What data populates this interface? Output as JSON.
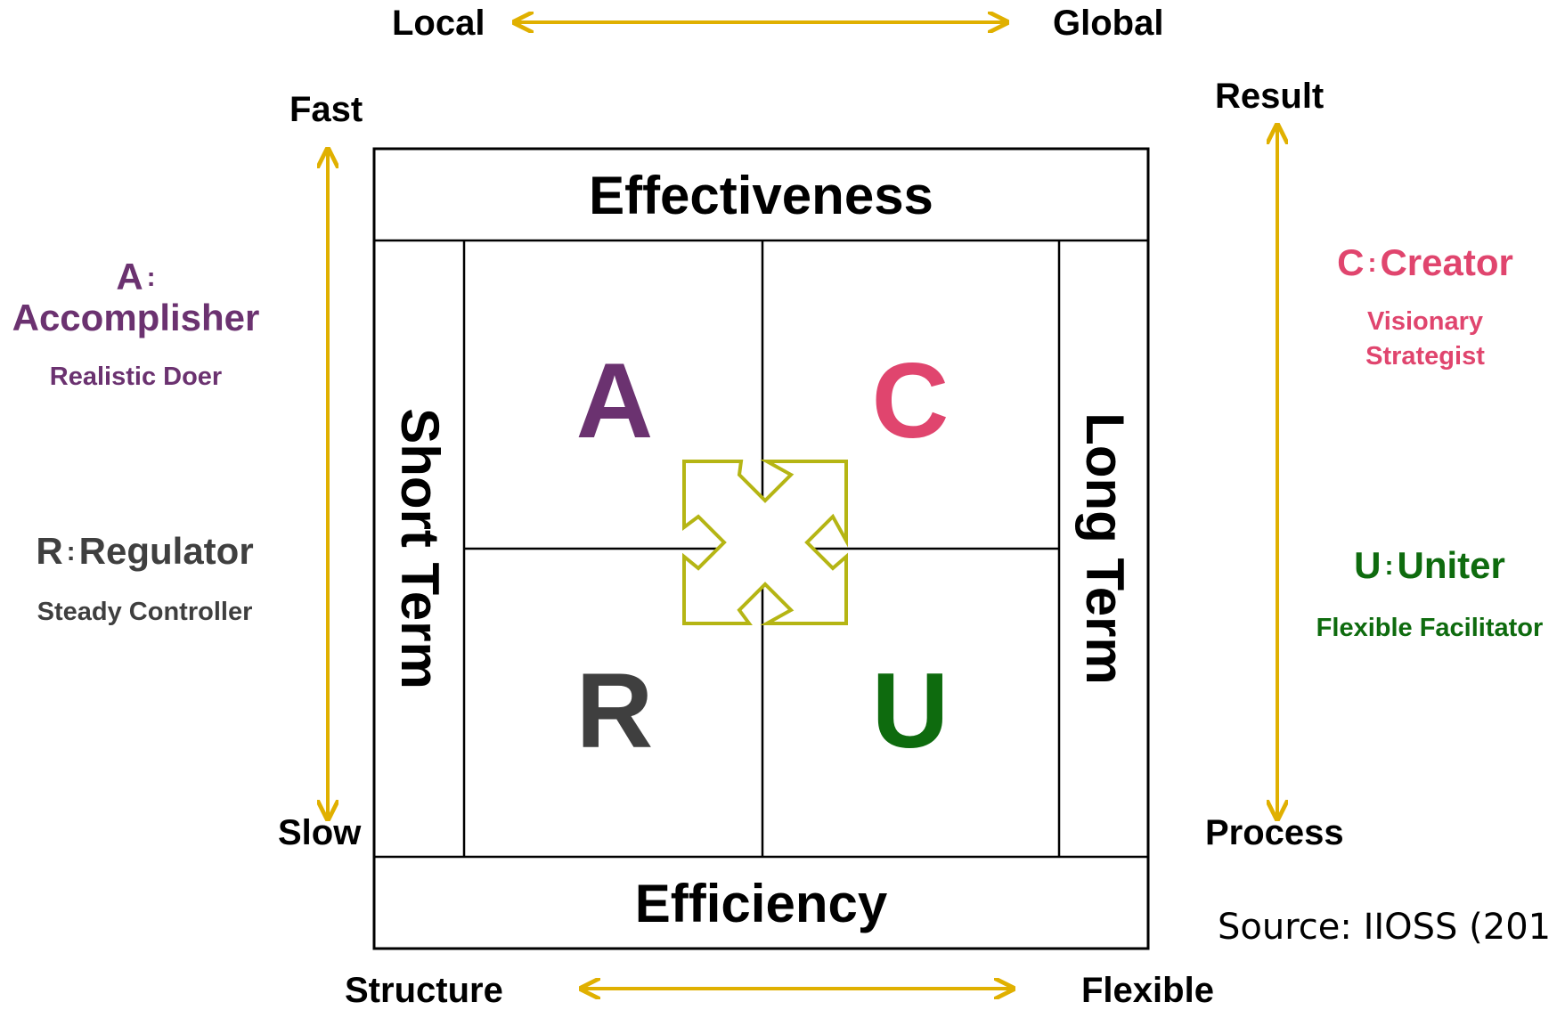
{
  "axes": {
    "top": {
      "left": "Local",
      "right": "Global"
    },
    "bottom": {
      "left": "Structure",
      "right": "Flexible"
    },
    "left": {
      "top": "Fast",
      "bottom": "Slow"
    },
    "right": {
      "top": "Result",
      "bottom": "Process"
    }
  },
  "bands": {
    "top": "Effectiveness",
    "bottom": "Efficiency",
    "left": "Short Term",
    "right": "Long Term"
  },
  "quadrants": {
    "a": {
      "letter": "A",
      "color": "#6b3270"
    },
    "c": {
      "letter": "C",
      "color": "#e0456e"
    },
    "r": {
      "letter": "R",
      "color": "#3f3f3f"
    },
    "u": {
      "letter": "U",
      "color": "#0e6b0e"
    }
  },
  "roles": {
    "a": {
      "key": "A",
      "sep": ":",
      "name": "Accomplisher",
      "desc": "Realistic Doer",
      "color": "#6b3270"
    },
    "r": {
      "key": "R",
      "sep": ":",
      "name": "Regulator",
      "desc": "Steady Controller",
      "color": "#3f3f3f"
    },
    "c": {
      "key": "C",
      "sep": ":",
      "name": "Creator",
      "desc_1": "Visionary",
      "desc_2": "Strategist",
      "color": "#e0456e"
    },
    "u": {
      "key": "U",
      "sep": ":",
      "name": "Uniter",
      "desc": "Flexible Facilitator",
      "color": "#0e6b0e"
    }
  },
  "source": "Source: IIOSS (201",
  "colors": {
    "arrow": "#e0b000",
    "center_arrows": "#b5b514",
    "lines": "#000000"
  }
}
